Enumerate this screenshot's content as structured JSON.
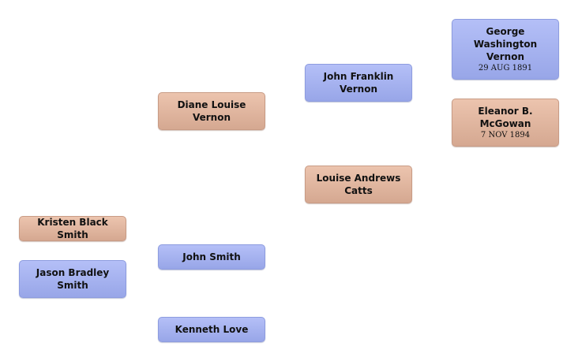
{
  "tree": {
    "people": {
      "kristen": {
        "name": "Kristen Black Smith"
      },
      "jason": {
        "name": "Jason Bradley Smith"
      },
      "diane": {
        "name": "Diane Louise Vernon"
      },
      "john_smith": {
        "name": "John Smith"
      },
      "kenneth": {
        "name": "Kenneth Love"
      },
      "john_franklin": {
        "name": "John Franklin Vernon"
      },
      "louise": {
        "name": "Louise Andrews Catts"
      },
      "george": {
        "name": "George Washington Vernon",
        "date": "29 AUG 1891"
      },
      "eleanor": {
        "name": "Eleanor B. McGowan",
        "date": "7 NOV 1894"
      }
    },
    "colors": {
      "male": "#a7b3f0",
      "female": "#e2b8a2"
    }
  }
}
